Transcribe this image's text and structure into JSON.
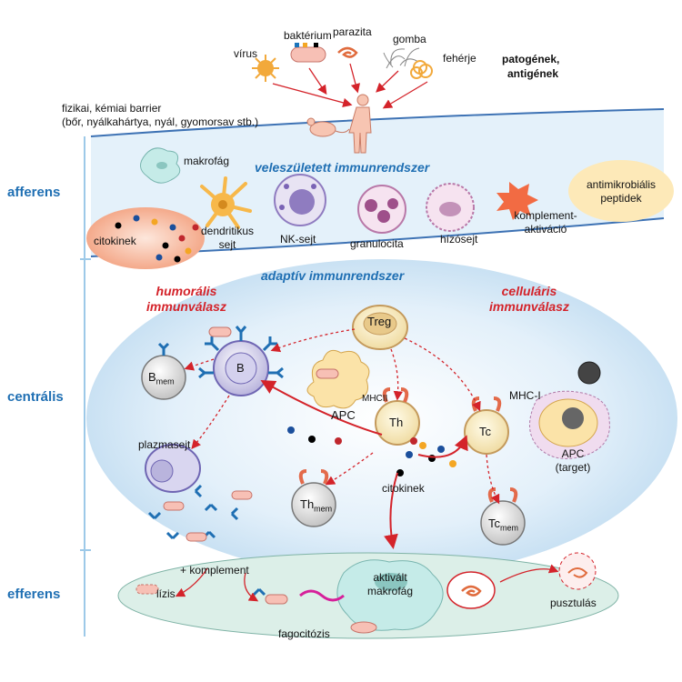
{
  "pathogens": {
    "virus": "vírus",
    "bacterium": "baktérium",
    "parasite": "parazita",
    "fungus": "gomba",
    "protein": "fehérje",
    "heading_line1": "patogének,",
    "heading_line2": "antigének"
  },
  "barrier": {
    "line1": "fizikai, kémiai barrier",
    "line2": "(bőr, nyálkahártya, nyál, gyomorsav stb.)"
  },
  "sections": {
    "afferent": "afferens",
    "central": "centrális",
    "efferent": "efferens"
  },
  "innate": {
    "title": "veleszületett immunrendszer",
    "macrophage": "makrofág",
    "dendritic_line1": "dendritikus",
    "dendritic_line2": "sejt",
    "nk": "NK-sejt",
    "granulocyte": "granulocita",
    "mast": "hízósejt",
    "complement_line1": "komplement-",
    "complement_line2": "aktiváció",
    "amp_line1": "antimikrobiális",
    "amp_line2": "peptidek",
    "cytokines": "citokinek"
  },
  "adaptive": {
    "title": "adaptív immunrendszer",
    "humoral_line1": "humorális",
    "humoral_line2": "immunválasz",
    "cellular_line1": "celluláris",
    "cellular_line2": "immunválasz",
    "treg": "Treg",
    "b": "B",
    "bmem_main": "B",
    "bmem_sub": "mem",
    "apc": "APC",
    "mhcii": "MHCII",
    "th": "Th",
    "tc": "Tc",
    "mhci": "MHC-I",
    "apc_target_line1": "APC",
    "apc_target_line2": "(target)",
    "plasma": "plazmasejt",
    "cytokines": "citokinek",
    "thmem_main": "Th",
    "thmem_sub": "mem",
    "tcmem_main": "Tc",
    "tcmem_sub": "mem"
  },
  "effector": {
    "complement": "+ komplement",
    "lysis": "lízis",
    "activated_line1": "aktivált",
    "activated_line2": "makrofág",
    "phagocytosis": "fagocitózis",
    "destruction": "pusztulás"
  },
  "colors": {
    "side_label": "#1f6fb3",
    "adaptive_title": "#1f6fb3",
    "response_title": "#d4232a",
    "arrow": "#d4232a"
  }
}
